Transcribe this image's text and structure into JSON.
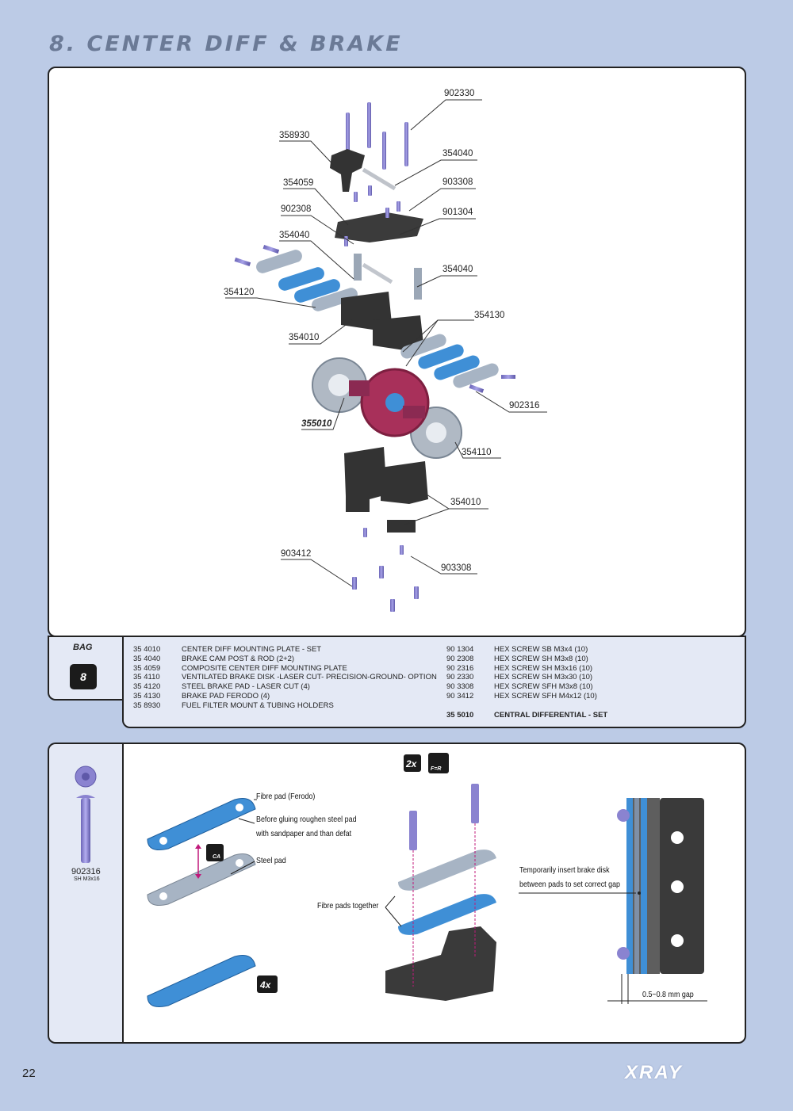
{
  "page": {
    "title": "8. CENTER DIFF & BRAKE",
    "number": "22",
    "brand": "XRAY"
  },
  "diagram": {
    "callouts": [
      "902330",
      "358930",
      "354040",
      "354059",
      "903308",
      "902308",
      "901304",
      "354040",
      "354040",
      "354120",
      "354130",
      "354010",
      "902316",
      "355010",
      "354110",
      "354010",
      "903412",
      "903308"
    ]
  },
  "bag": {
    "label": "BAG",
    "number": "8"
  },
  "parts": {
    "left": [
      {
        "code": "35 4010",
        "desc": "CENTER DIFF MOUNTING PLATE - SET"
      },
      {
        "code": "35 4040",
        "desc": "BRAKE CAM POST & ROD (2+2)"
      },
      {
        "code": "35 4059",
        "desc": "COMPOSITE CENTER DIFF MOUNTING  PLATE"
      },
      {
        "code": "35 4110",
        "desc": "VENTILATED BRAKE DISK -LASER CUT- PRECISION-GROUND- OPTION"
      },
      {
        "code": "35 4120",
        "desc": "STEEL BRAKE PAD - LASER CUT (4)"
      },
      {
        "code": "35 4130",
        "desc": "BRAKE PAD FERODO (4)"
      },
      {
        "code": "35 8930",
        "desc": "FUEL FILTER MOUNT & TUBING HOLDERS"
      }
    ],
    "right": [
      {
        "code": "90 1304",
        "desc": "HEX SCREW  SB M3x4  (10)"
      },
      {
        "code": "90 2308",
        "desc": "HEX SCREW  SH M3x8  (10)"
      },
      {
        "code": "90 2316",
        "desc": "HEX SCREW  SH M3x16  (10)"
      },
      {
        "code": "90 2330",
        "desc": "HEX SCREW  SH M3x30  (10)"
      },
      {
        "code": "90 3308",
        "desc": "HEX SCREW  SFH M3x8  (10)"
      },
      {
        "code": "90 3412",
        "desc": "HEX SCREW  SFH M4x12  (10)"
      }
    ],
    "set": {
      "code": "35 5010",
      "desc": "CENTRAL DIFFERENTIAL - SET"
    }
  },
  "bottom": {
    "screw_code": "902316",
    "screw_spec": "SH M3x16",
    "qty_2x": "2x",
    "qty_fr": "F=R",
    "qty_4x": "4x",
    "ca_label": "CA",
    "notes": {
      "fibre_pad": "Fibre pad (Ferodo)",
      "glue_line1": "Before gluing roughen steel pad",
      "glue_line2": "with sandpaper and than defat",
      "steel_pad": "Steel pad",
      "fibre_together": "Fibre pads together",
      "insert_line1": "Temporarily insert brake disk",
      "insert_line2": "between pads to set correct gap",
      "gap": "0.5~0.8 mm gap"
    }
  },
  "colors": {
    "background": "#bccbe6",
    "blue_part": "#3f8fd6",
    "steel": "#a7b4c4",
    "gear": "#a8305a",
    "screw": "#8a83d0",
    "dark_part": "#3a3a3a"
  }
}
